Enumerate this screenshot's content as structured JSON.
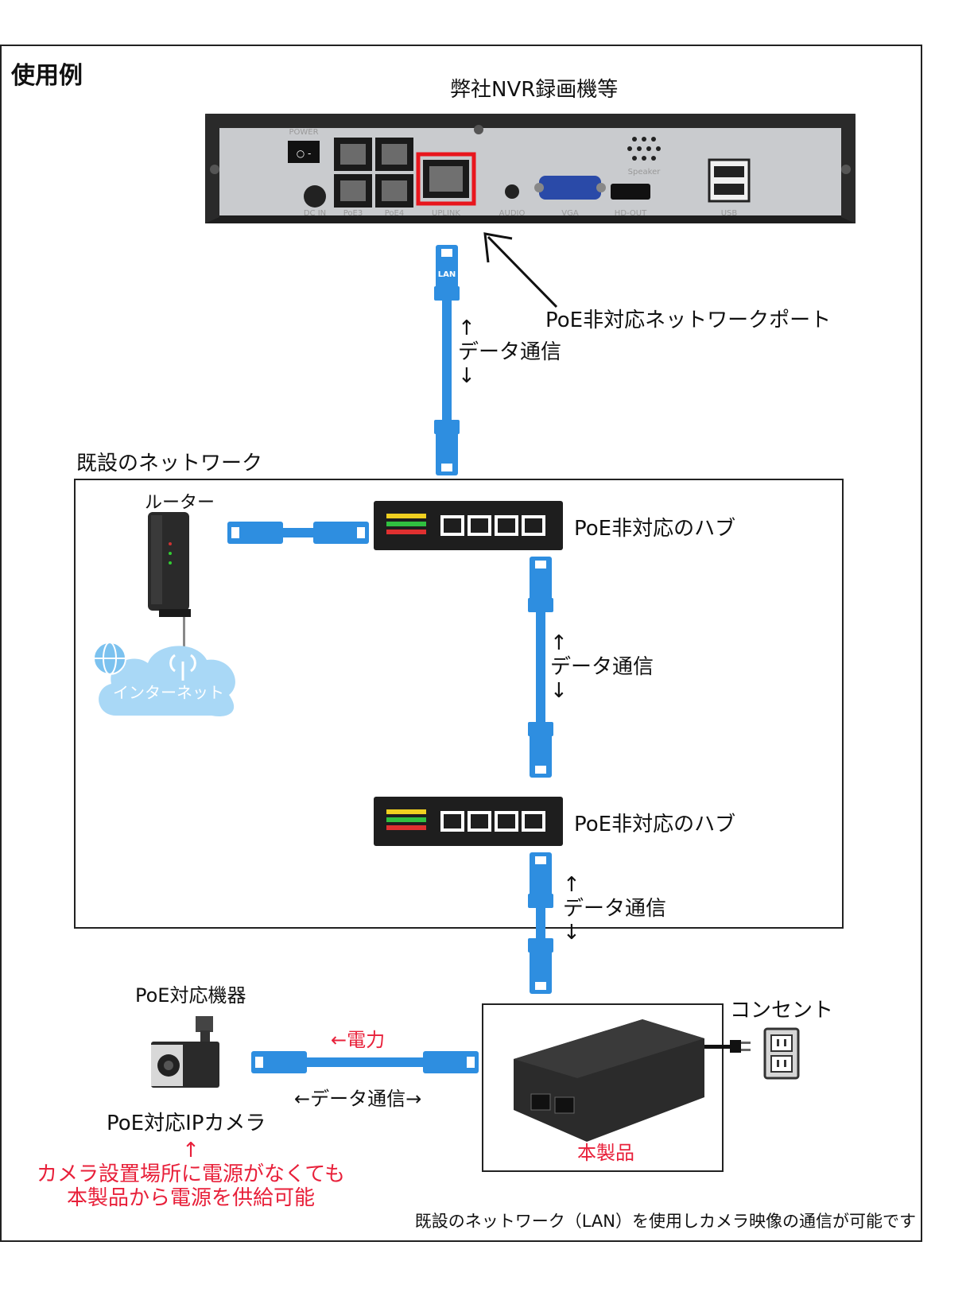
{
  "title": "使用例",
  "nvr_label": "弊社NVR録画機等",
  "nvr_port_labels": {
    "power": "POWER",
    "dc_in": "DC IN",
    "poe3": "PoE3",
    "poe4": "PoE4",
    "uplink": "UPLINK",
    "audio": "AUDIO",
    "vga": "VGA",
    "hd_out": "HD-OUT",
    "usb": "USB",
    "speaker": "Speaker"
  },
  "non_poe_port_label": "PoE非対応ネットワークポート",
  "data_comm_1": {
    "up": "↑",
    "text": "データ通信",
    "down": "↓"
  },
  "network_title": "既設のネットワーク",
  "router_label": "ルーター",
  "internet_label": "インターネット",
  "hub1_label": "PoE非対応のハブ",
  "hub2_label": "PoE非対応のハブ",
  "data_comm_2": {
    "up": "↑",
    "text": "データ通信",
    "down": "↓"
  },
  "data_comm_3": {
    "up": "↑",
    "text": "データ通信",
    "down": "↓"
  },
  "cable_text": "LAN",
  "poe_device_label": "PoE対応機器",
  "power_flow_label": "←電力",
  "data_flow_label": "←データ通信→",
  "camera_label": "PoE対応IPカメラ",
  "outlet_label": "コンセント",
  "product_label": "本製品",
  "camera_note": {
    "arrow": "↑",
    "line1": "カメラ設置場所に電源がなくても",
    "line2": "本製品から電源を供給可能"
  },
  "footer": "既設のネットワーク（LAN）を使用しカメラ映像の通信が可能です",
  "colors": {
    "cable": "#2e8ee0",
    "accent_red": "#e8203a",
    "frame": "#222222",
    "cloud": "#a9d8f6"
  }
}
